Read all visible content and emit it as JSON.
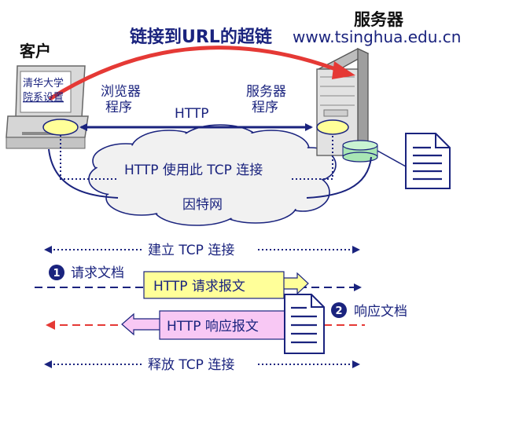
{
  "title": "链接到URL的超链",
  "client": {
    "label": "客户",
    "screen_line1": "清华大学",
    "screen_line2": "院系设置",
    "browser_line1": "浏览器",
    "browser_line2": "程序"
  },
  "server": {
    "label": "服务器",
    "url": "www.tsinghua.edu.cn",
    "program_line1": "服务器",
    "program_line2": "程序"
  },
  "http_label": "HTTP",
  "tcp_label": "HTTP 使用此 TCP 连接",
  "internet_label": "因特网",
  "establish_label": "建立 TCP 连接",
  "step1": {
    "number": "1",
    "label": "请求文档"
  },
  "request_box": "HTTP 请求报文",
  "step2": {
    "number": "2",
    "label": "响应文档"
  },
  "response_box": "HTTP 响应报文",
  "release_label": "释放 TCP 连接",
  "colors": {
    "navy": "#1a237e",
    "red_arrow": "#e53935",
    "request_fill": "#ffff99",
    "response_fill": "#f8c8f4",
    "cloud": "#f1f1f1",
    "disk": "#a8e6b4"
  }
}
